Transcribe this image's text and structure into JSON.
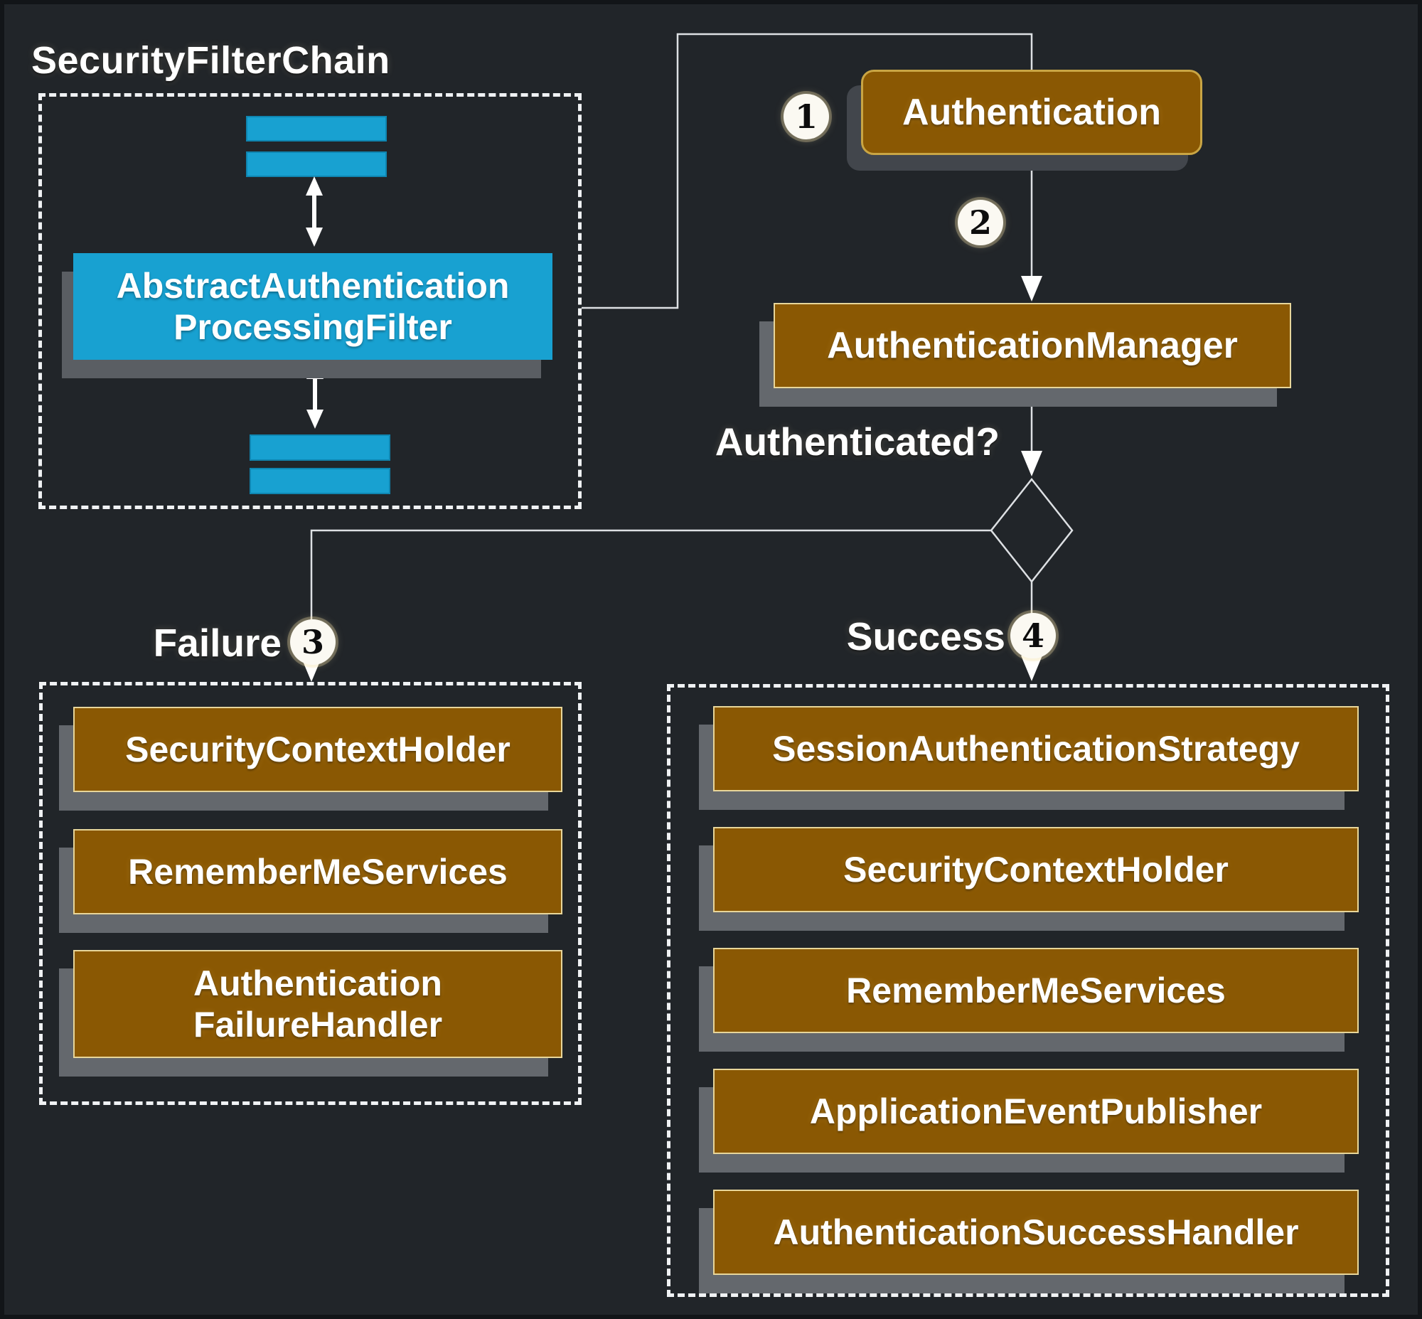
{
  "colors": {
    "background": "#212529",
    "accent_blue": "#18a1d1",
    "accent_orange": "#8a5803",
    "orange_node_border": "#e8d69a",
    "rounded_node_border": "#c9a544",
    "connector_line": "#dde0e3",
    "shadow_gray": "#64686d",
    "shadow_dark": "#42464c",
    "dashed_border": "#f0f2f4",
    "badge_background": "#fbf9f2"
  },
  "filter_chain": {
    "title": "SecurityFilterChain",
    "filter_line1": "AbstractAuthentication",
    "filter_line2": "ProcessingFilter"
  },
  "flow": {
    "step1_badge": "1",
    "authentication_label": "Authentication",
    "step2_badge": "2",
    "manager_label": "AuthenticationManager",
    "question_label": "Authenticated?",
    "failure_label": "Failure",
    "step3_badge": "3",
    "success_label": "Success",
    "step4_badge": "4"
  },
  "failure_panel": {
    "items": [
      {
        "label": "SecurityContextHolder"
      },
      {
        "label": "RememberMeServices"
      },
      {
        "label_line1": "Authentication",
        "label_line2": "FailureHandler"
      }
    ]
  },
  "success_panel": {
    "items": [
      {
        "label": "SessionAuthenticationStrategy"
      },
      {
        "label": "SecurityContextHolder"
      },
      {
        "label": "RememberMeServices"
      },
      {
        "label": "ApplicationEventPublisher"
      },
      {
        "label": "AuthenticationSuccessHandler"
      }
    ]
  }
}
